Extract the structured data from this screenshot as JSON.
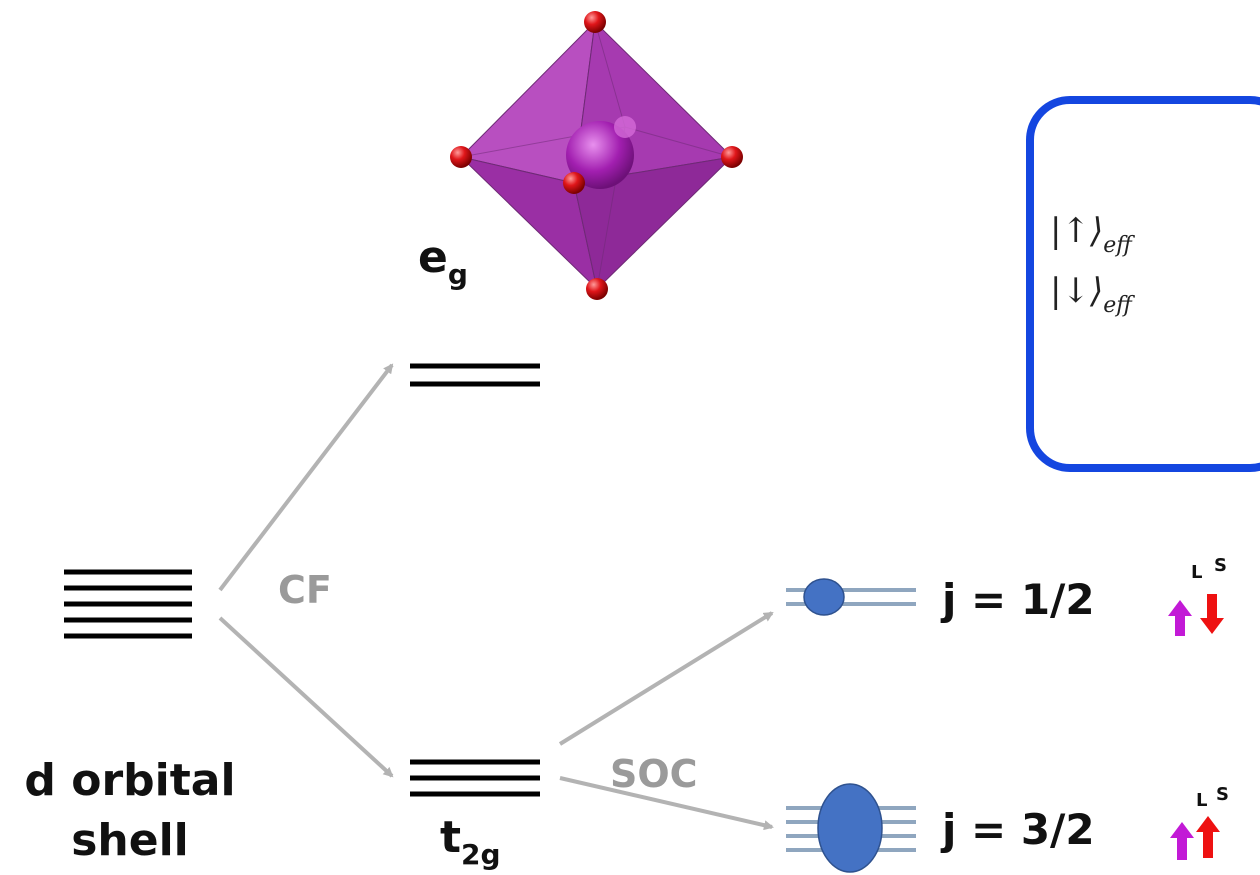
{
  "labels": {
    "d_shell_line1": "d orbital",
    "d_shell_line2": "shell",
    "eg_main": "e",
    "eg_sub": "g",
    "t2g_main": "t",
    "t2g_sub": "2g",
    "cf": "CF",
    "soc": "SOC",
    "j_half": "j = 1/2",
    "j_three_half": "j = 3/2",
    "L": "L",
    "S": "S"
  },
  "states_box": {
    "up_state": "|↑⟩",
    "up_subscript": "eff",
    "down_state": "|↓⟩",
    "down_subscript": "eff"
  },
  "colors": {
    "level_black": "#000000",
    "level_split": "#8fa6bf",
    "arrow_gray": "#b3b3b3",
    "text_gray": "#9a9a9a",
    "box_border": "#1446e0",
    "electron_blue": "#4472c4",
    "octahedron_purple": "#b03fb8",
    "oxygen_red": "#e0161a",
    "spin_L": "#c21ad6",
    "spin_S": "#ee1111"
  }
}
